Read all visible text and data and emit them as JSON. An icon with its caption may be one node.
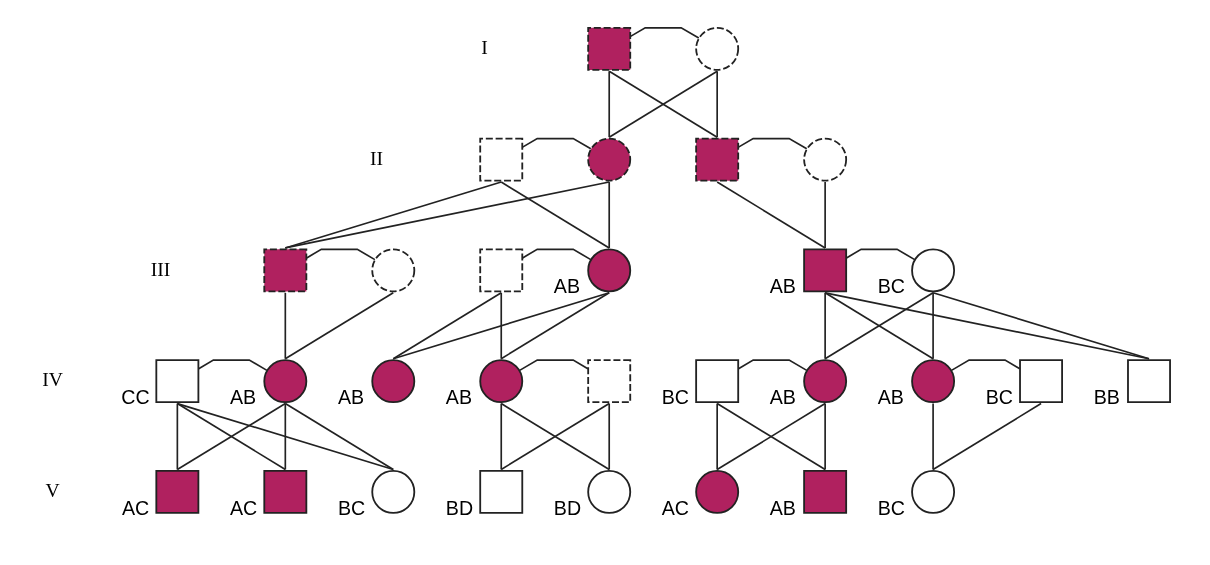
{
  "diagram": {
    "nodes": [
      {
        "text": [],
        "shape": "box"
      },
      {
        "text": [],
        "shape": "circle"
      },
      {
        "text": [],
        "shape": "box"
      },
      {
        "text": [],
        "shape": "circle"
      },
      {
        "text": [],
        "shape": "box"
      },
      {
        "text": [],
        "shape": "circle"
      },
      {
        "text": [],
        "shape": "box"
      },
      {
        "text": [],
        "shape": "circle"
      },
      {
        "text": [],
        "shape": "box"
      },
      {
        "text": [],
        "shape": "circle",
        "beside": [
          "AB"
        ]
      },
      {
        "text": [],
        "shape": "box",
        "beside": [
          "AB"
        ]
      },
      {
        "text": [],
        "shape": "circle",
        "beside": [
          "BC"
        ]
      },
      {
        "text": [],
        "shape": "box",
        "beside": [
          "CC"
        ]
      },
      {
        "text": [],
        "shape": "circle",
        "beside": [
          "AB"
        ]
      },
      {
        "text": [],
        "shape": "circle",
        "beside": [
          "AB"
        ]
      },
      {
        "text": [],
        "shape": "circle",
        "beside": [
          "AB"
        ]
      },
      {
        "text": [],
        "shape": "box"
      },
      {
        "text": [],
        "shape": "box",
        "beside": [
          "BC"
        ]
      },
      {
        "text": [],
        "shape": "circle",
        "beside": [
          "AB"
        ]
      },
      {
        "text": [],
        "shape": "circle",
        "beside": [
          "AB"
        ]
      },
      {
        "text": [],
        "shape": "box",
        "beside": [
          "BC"
        ]
      },
      {
        "text": [],
        "shape": "box",
        "beside": [
          "BB"
        ]
      },
      {
        "text": [],
        "shape": "box",
        "beside": [
          "AC"
        ]
      },
      {
        "text": [],
        "shape": "box",
        "beside": [
          "AC"
        ]
      },
      {
        "text": [],
        "shape": "circle",
        "beside": [
          "BC"
        ]
      },
      {
        "text": [],
        "shape": "box",
        "beside": [
          "BD"
        ]
      },
      {
        "text": [],
        "shape": "circle",
        "beside": [
          "BD"
        ]
      },
      {
        "text": [],
        "shape": "circle",
        "beside": [
          "AC"
        ]
      },
      {
        "text": [],
        "shape": "box",
        "beside": [
          "AB"
        ]
      },
      {
        "text": [],
        "shape": "circle",
        "beside": [
          "BC"
        ]
      }
    ],
    "edges": [
      {
        "from": 0,
        "to": 1,
        "arrow": "none"
      },
      {
        "from": 2,
        "to": 3,
        "arrow": "none"
      },
      {
        "from": 4,
        "to": 5,
        "arrow": "none"
      },
      {
        "from": 6,
        "to": 7,
        "arrow": "none"
      },
      {
        "from": 8,
        "to": 9,
        "arrow": "none"
      },
      {
        "from": 10,
        "to": 11,
        "arrow": "none"
      },
      {
        "from": 12,
        "to": 13,
        "arrow": "none"
      },
      {
        "from": 15,
        "to": 16,
        "arrow": "none"
      },
      {
        "from": 17,
        "to": 18,
        "arrow": "none"
      },
      {
        "from": 19,
        "to": 20,
        "arrow": "none"
      },
      {
        "from": 0,
        "to": 3,
        "arrow": "none"
      },
      {
        "from": 1,
        "to": 3,
        "arrow": "none"
      },
      {
        "from": 0,
        "to": 4,
        "arrow": "none"
      },
      {
        "from": 1,
        "to": 4,
        "arrow": "none"
      },
      {
        "from": 2,
        "to": 6,
        "arrow": "none"
      },
      {
        "from": 3,
        "to": 6,
        "arrow": "none"
      },
      {
        "from": 2,
        "to": 9,
        "arrow": "none"
      },
      {
        "from": 3,
        "to": 9,
        "arrow": "none"
      },
      {
        "from": 4,
        "to": 10,
        "arrow": "none"
      },
      {
        "from": 5,
        "to": 10,
        "arrow": "none"
      },
      {
        "from": 6,
        "to": 13,
        "arrow": "none"
      },
      {
        "from": 7,
        "to": 13,
        "arrow": "none"
      },
      {
        "from": 8,
        "to": 14,
        "arrow": "none"
      },
      {
        "from": 9,
        "to": 14,
        "arrow": "none"
      },
      {
        "from": 8,
        "to": 15,
        "arrow": "none"
      },
      {
        "from": 9,
        "to": 15,
        "arrow": "none"
      },
      {
        "from": 10,
        "to": 18,
        "arrow": "none"
      },
      {
        "from": 11,
        "to": 18,
        "arrow": "none"
      },
      {
        "from": 10,
        "to": 19,
        "arrow": "none"
      },
      {
        "from": 11,
        "to": 19,
        "arrow": "none"
      },
      {
        "from": 10,
        "to": 21,
        "arrow": "none"
      },
      {
        "from": 11,
        "to": 21,
        "arrow": "none"
      },
      {
        "from": 12,
        "to": 22,
        "arrow": "none"
      },
      {
        "from": 13,
        "to": 22,
        "arrow": "none"
      },
      {
        "from": 12,
        "to": 23,
        "arrow": "none"
      },
      {
        "from": 13,
        "to": 23,
        "arrow": "none"
      },
      {
        "from": 12,
        "to": 24,
        "arrow": "none"
      },
      {
        "from": 13,
        "to": 24,
        "arrow": "none"
      },
      {
        "from": 15,
        "to": 25,
        "arrow": "none"
      },
      {
        "from": 16,
        "to": 25,
        "arrow": "none"
      },
      {
        "from": 15,
        "to": 26,
        "arrow": "none"
      },
      {
        "from": 16,
        "to": 26,
        "arrow": "none"
      },
      {
        "from": 17,
        "to": 27,
        "arrow": "none"
      },
      {
        "from": 18,
        "to": 27,
        "arrow": "none"
      },
      {
        "from": 17,
        "to": 28,
        "arrow": "none"
      },
      {
        "from": 18,
        "to": 28,
        "arrow": "none"
      },
      {
        "from": 19,
        "to": 29,
        "arrow": "none"
      },
      {
        "from": 20,
        "to": 29,
        "arrow": "none"
      }
    ],
    "labels": [
      "I",
      "II",
      "III",
      "IV",
      "V"
    ]
  }
}
